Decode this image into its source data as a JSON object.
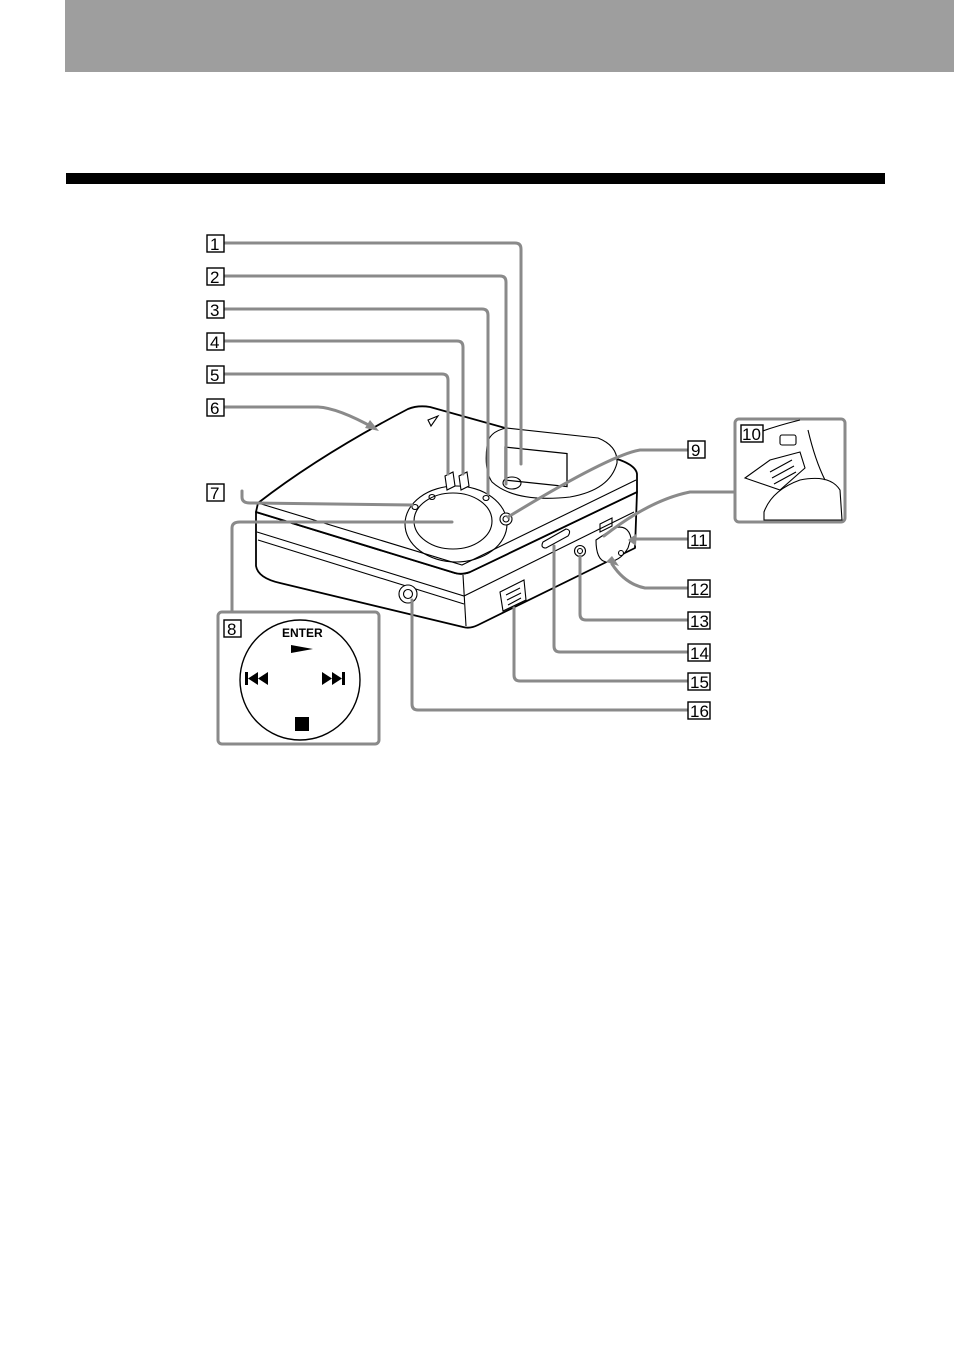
{
  "callouts": [
    "1",
    "2",
    "3",
    "4",
    "5",
    "6",
    "7",
    "8",
    "9",
    "10",
    "11",
    "12",
    "13",
    "14",
    "15",
    "16"
  ],
  "inset_keypad": {
    "enter_label": "ENTER"
  },
  "colors": {
    "header_band": "#9e9e9e",
    "leader_lines": "#8a8a8a",
    "rule": "#000000"
  },
  "icons": [
    "play-icon",
    "previous-track-icon",
    "next-track-icon",
    "stop-icon",
    "triangle-mark-icon"
  ]
}
